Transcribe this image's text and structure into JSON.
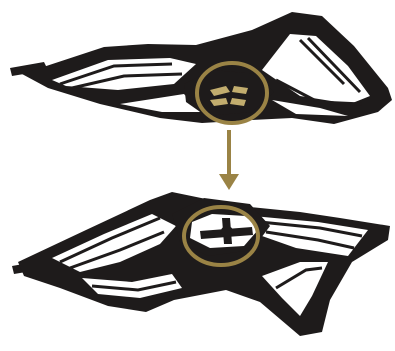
{
  "colors": {
    "background": "#ffffff",
    "frame": "#1e1b1b",
    "highlight": "#9a8345",
    "highlight_fill": "#c2ad6e"
  },
  "steps": [
    {
      "state": "before",
      "mount_mark": "partial-cross-icon"
    },
    {
      "state": "after",
      "mount_mark": "cross-icon"
    }
  ],
  "arrow": {
    "direction": "down"
  }
}
